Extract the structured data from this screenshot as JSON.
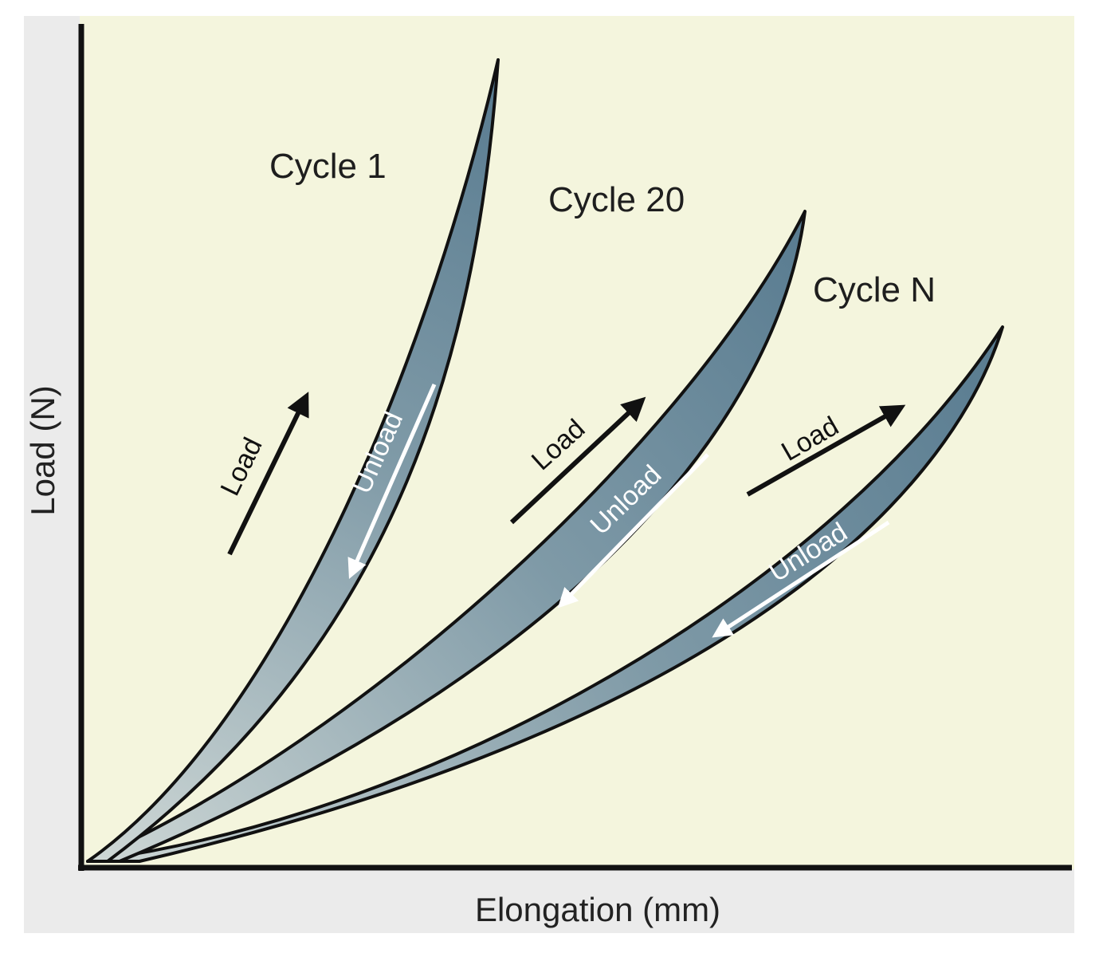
{
  "axes": {
    "x_label": "Elongation (mm)",
    "y_label": "Load (N)"
  },
  "cycles": [
    {
      "label": "Cycle 1",
      "load_label": "Load",
      "unload_label": "Unload"
    },
    {
      "label": "Cycle 20",
      "load_label": "Load",
      "unload_label": "Unload"
    },
    {
      "label": "Cycle N",
      "load_label": "Load",
      "unload_label": "Unload"
    }
  ],
  "colors": {
    "background": "#f4f5dd",
    "frame": "#ebebeb",
    "loop_fill_light": "#cfd8d6",
    "loop_fill_dark": "#587b90",
    "load_arrow": "#111111",
    "unload_arrow": "#ffffff"
  }
}
